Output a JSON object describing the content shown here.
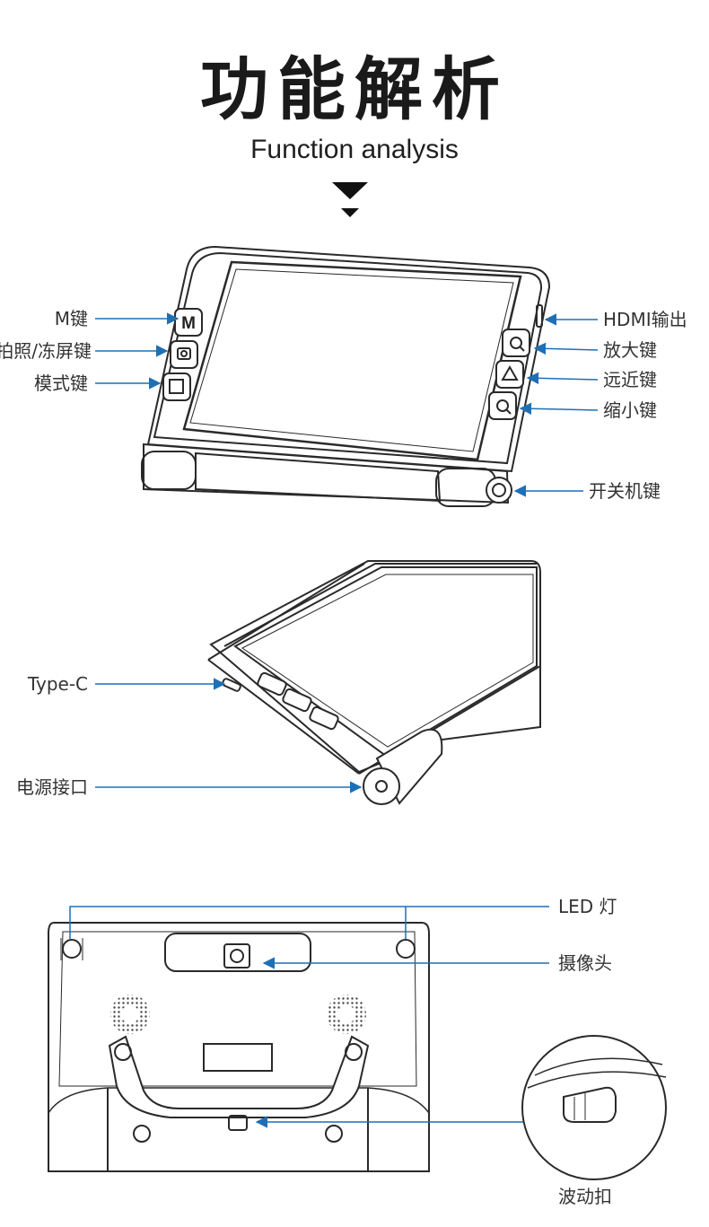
{
  "header": {
    "title": "功能解析",
    "subtitle": "Function analysis"
  },
  "colors": {
    "callout": "#1f6fb5",
    "outline": "#2a2a2a"
  },
  "device_front": {
    "labels_left": [
      "M键",
      "拍照/冻屏键",
      "模式键"
    ],
    "labels_right": [
      "HDMI输出",
      "放大键",
      "远近键",
      "缩小键",
      "开关机键"
    ]
  },
  "device_side": {
    "labels_left": [
      "Type-C",
      "电源接口"
    ]
  },
  "device_back": {
    "labels_right": [
      "LED 灯",
      "摄像头"
    ],
    "detail_label": "波动扣"
  }
}
